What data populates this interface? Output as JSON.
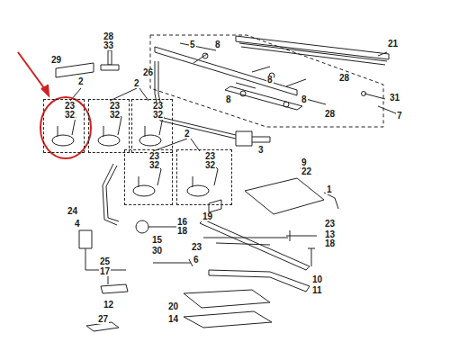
{
  "diagram": {
    "nodes": [
      {
        "text": [
          "23",
          "32"
        ]
      },
      {
        "text": [
          "23",
          "32"
        ]
      },
      {
        "text": [
          "23",
          "32"
        ]
      },
      {
        "text": [
          "23",
          "32"
        ]
      },
      {
        "text": [
          "23",
          "32"
        ]
      },
      {
        "text": [
          "5",
          "8",
          "8",
          "28",
          "8",
          "8",
          "28"
        ]
      }
    ],
    "labels": [
      "28",
      "33",
      "29",
      "2",
      "2",
      "26",
      "21",
      "31",
      "7",
      "3",
      "2",
      "9",
      "22",
      "1",
      "24",
      "4",
      "19",
      "16",
      "18",
      "15",
      "23",
      "30",
      "6",
      "23",
      "13",
      "18",
      "25",
      "17",
      "10",
      "11",
      "12",
      "20",
      "27",
      "14"
    ]
  }
}
